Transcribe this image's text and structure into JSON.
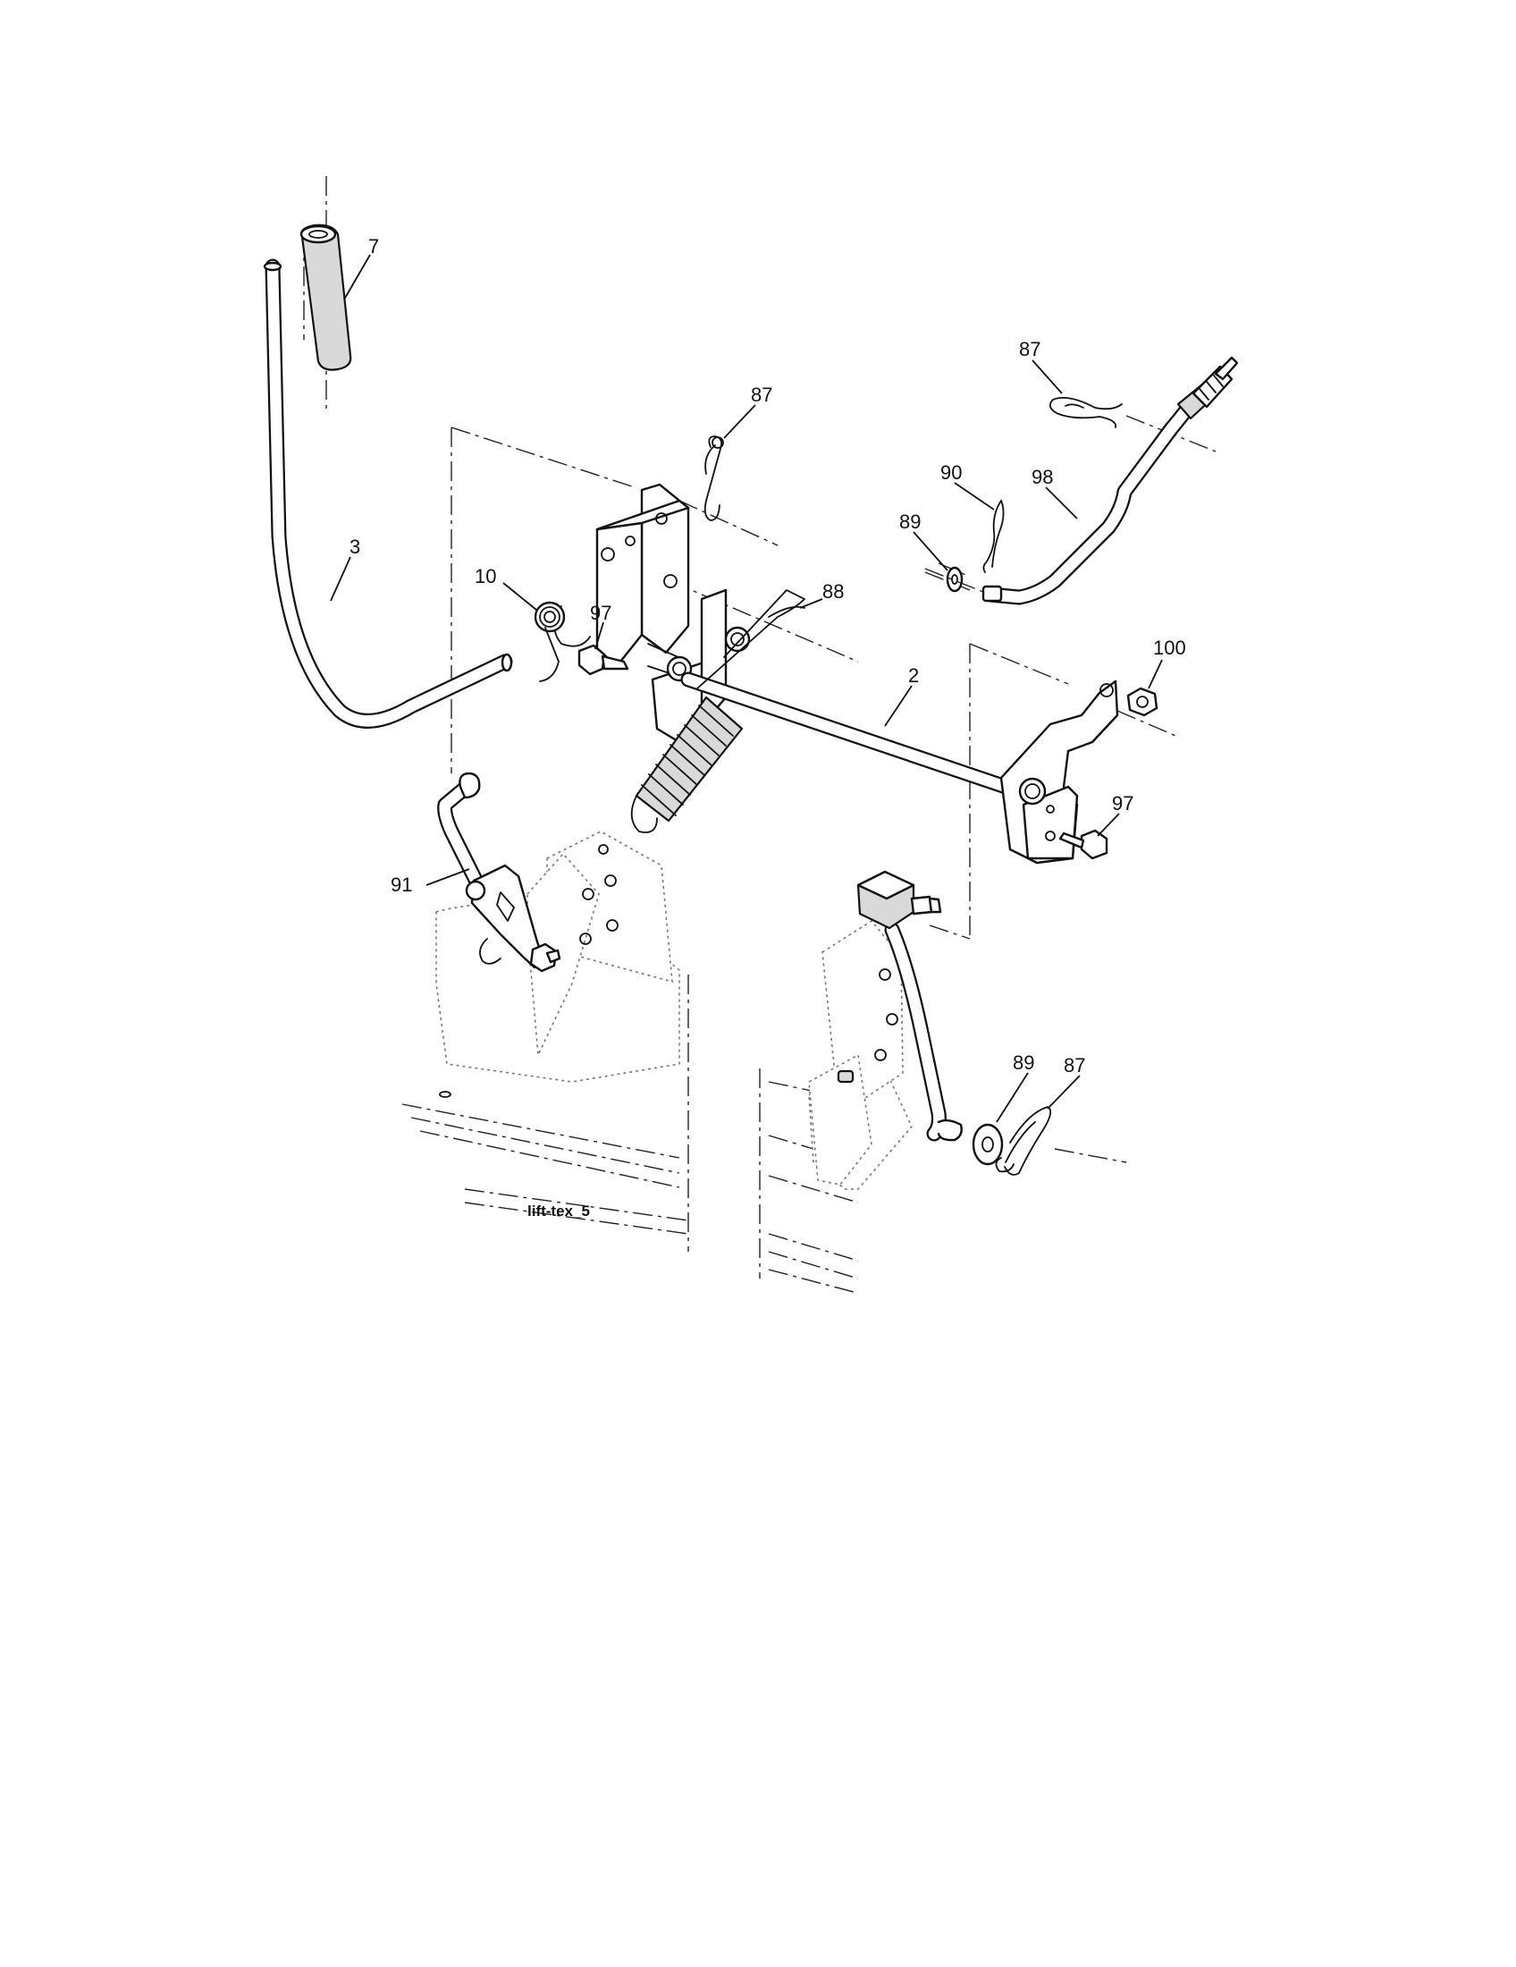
{
  "figure_label": "lift-tex_5",
  "callouts": {
    "handle_grip": "7",
    "lift_lever": "3",
    "torsion_spring": "10",
    "bolt_left": "97",
    "hairpin_top": "87",
    "extension_spring": "88",
    "hairpin_right": "87",
    "cotter_pin": "90",
    "washer_top": "89",
    "adjust_rod": "98",
    "lift_shaft": "2",
    "hex_nut": "100",
    "bolt_right": "97",
    "lift_link_left": "91",
    "washer_bottom": "89",
    "hairpin_bottom": "87"
  }
}
